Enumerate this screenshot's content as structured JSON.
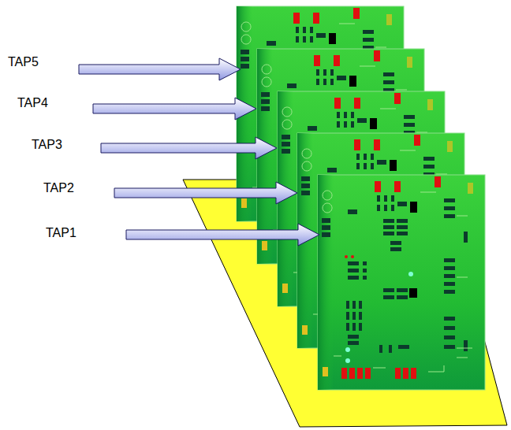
{
  "diagram": {
    "labels": [
      "TAP5",
      "TAP4",
      "TAP3",
      "TAP2",
      "TAP1"
    ]
  }
}
